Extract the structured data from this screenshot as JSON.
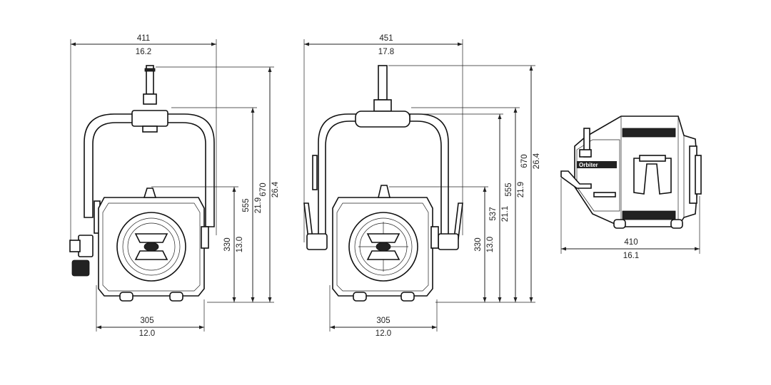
{
  "views": {
    "front_left": {
      "width_top": {
        "mm": "411",
        "in": "16.2"
      },
      "width_bottom": {
        "mm": "305",
        "in": "12.0"
      },
      "h_body": {
        "mm": "330",
        "in": "13.0"
      },
      "h_yoke": {
        "mm": "555",
        "in": "21.9"
      },
      "h_total": {
        "mm": "670",
        "in": "26.4"
      }
    },
    "front_right": {
      "width_top": {
        "mm": "451",
        "in": "17.8"
      },
      "width_bottom": {
        "mm": "305",
        "in": "12.0"
      },
      "h_body": {
        "mm": "330",
        "in": "13.0"
      },
      "h_mid": {
        "mm": "537",
        "in": "21.1"
      },
      "h_yoke": {
        "mm": "555",
        "in": "21.9"
      },
      "h_total": {
        "mm": "670",
        "in": "26.4"
      }
    },
    "side": {
      "depth": {
        "mm": "410",
        "in": "16.1"
      },
      "logo_text": "Orbiter"
    }
  }
}
